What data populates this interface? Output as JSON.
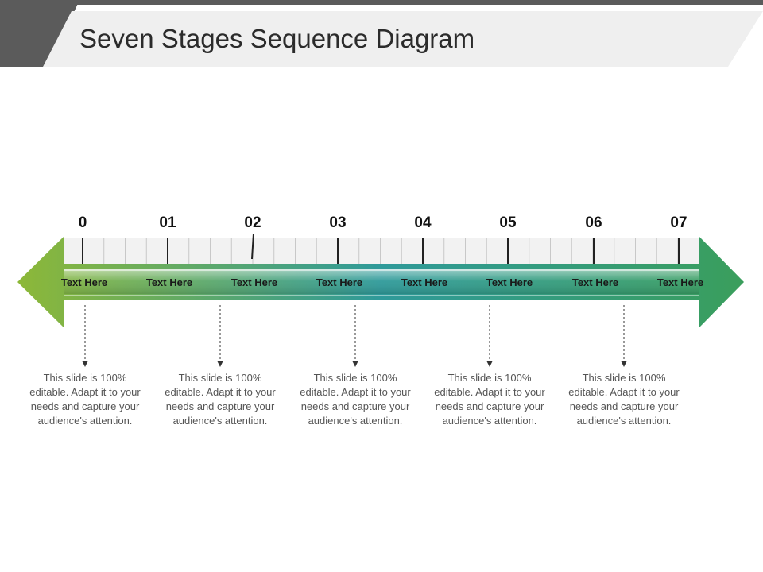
{
  "title": "Seven Stages Sequence Diagram",
  "colors": {
    "start": "#8db838",
    "middle": "#2f9a9a",
    "end": "#3a9e5c",
    "header_dark": "#5b5b5b",
    "header_light": "#efefef"
  },
  "ticks": [
    "0",
    "01",
    "02",
    "03",
    "04",
    "05",
    "06",
    "07"
  ],
  "stages": [
    "Text Here",
    "Text Here",
    "Text Here",
    "Text Here",
    "Text Here",
    "Text Here",
    "Text Here",
    "Text Here"
  ],
  "notes": [
    "This slide is 100% editable. Adapt it to your needs and capture your audience's attention.",
    "This slide is 100% editable. Adapt it to your needs and capture your audience's attention.",
    "This slide is 100% editable. Adapt it to your needs and capture your audience's attention.",
    "This slide is 100% editable. Adapt it to your needs and capture your audience's attention.",
    "This slide is 100% editable. Adapt it to your needs and capture your audience's attention."
  ]
}
